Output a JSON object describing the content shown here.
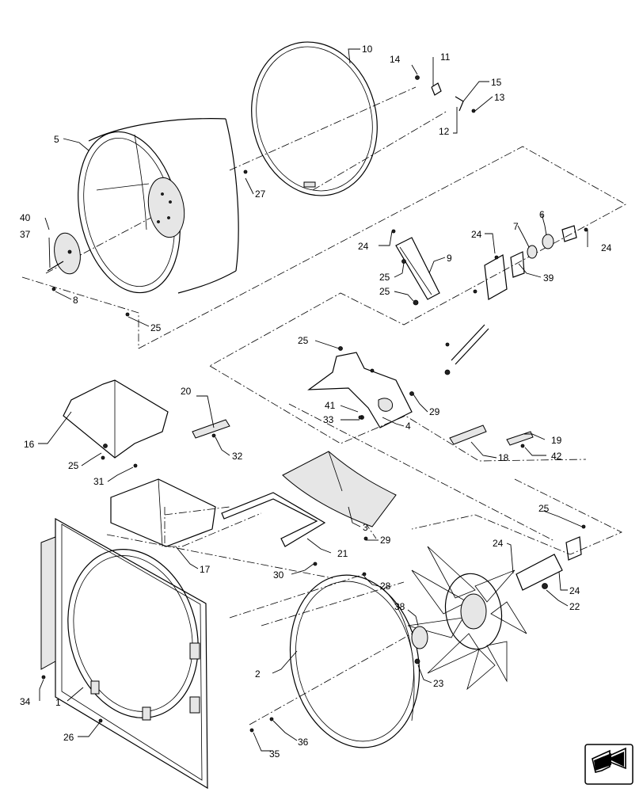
{
  "callouts": {
    "c1": "1",
    "c2": "2",
    "c3": "3",
    "c4": "4",
    "c5": "5",
    "c6": "6",
    "c7": "7",
    "c8": "8",
    "c9": "9",
    "c10": "10",
    "c11": "11",
    "c12": "12",
    "c13": "13",
    "c14": "14",
    "c15": "15",
    "c16": "16",
    "c17": "17",
    "c18": "18",
    "c19": "19",
    "c20": "20",
    "c21": "21",
    "c22": "22",
    "c23": "23",
    "c24a": "24",
    "c24b": "24",
    "c24c": "24",
    "c24d": "24",
    "c24e": "24",
    "c25a": "25",
    "c25b": "25",
    "c25c": "25",
    "c25d": "25",
    "c25e": "25",
    "c25f": "25",
    "c26": "26",
    "c27": "27",
    "c28": "28",
    "c29a": "29",
    "c29b": "29",
    "c30": "30",
    "c31": "31",
    "c32": "32",
    "c33": "33",
    "c34": "34",
    "c35": "35",
    "c36": "36",
    "c37": "37",
    "c38": "38",
    "c39": "39",
    "c40": "40",
    "c41": "41",
    "c42": "42"
  },
  "icons": {
    "navigation": "next-page-arrow-icon"
  }
}
